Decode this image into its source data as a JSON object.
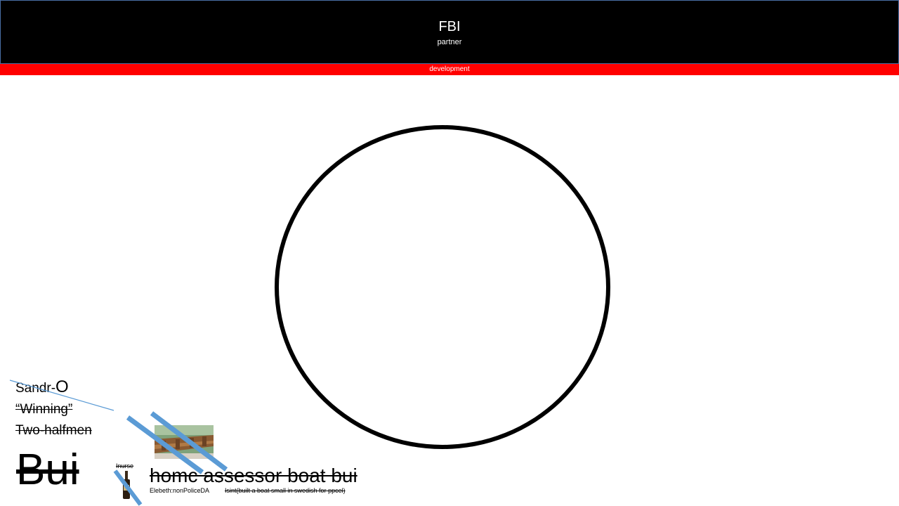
{
  "header": {
    "title": "FBI",
    "subtitle": "partner"
  },
  "banner": {
    "label": "development",
    "color": "#ff0000"
  },
  "notes": {
    "sandr_prefix": "Sandr-",
    "sandr_suffix": "O",
    "winning": "“Winning”",
    "two_half_men": "Two-halfmen",
    "bui": "Bui",
    "nurse": "Inurse",
    "home_assessor": "homc assessor boat bui",
    "elebeth": "Elebeth:nonPoliceDA",
    "tilde": "~",
    "isint": "Isint(built a boat small in swedish for ppcel)"
  },
  "colors": {
    "header_bg": "#000000",
    "strike_marks": "#5b9bd5"
  }
}
